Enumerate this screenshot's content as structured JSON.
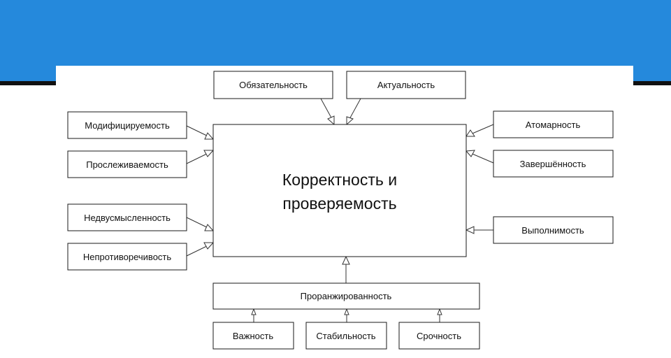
{
  "colors": {
    "header_band": "#2589dc",
    "header_shadow": "#111111",
    "box_stroke": "#1a1a1a",
    "connector": "#333333"
  },
  "diagram": {
    "main": {
      "lines": [
        "Корректность и",
        "проверяемость"
      ]
    },
    "top": {
      "obligatoriness": "Обязательность",
      "actuality": "Актуальность"
    },
    "left": {
      "modifiability": "Модифицируемость",
      "traceability": "Прослеживаемость",
      "unambiguity": "Недвусмысленность",
      "consistency": "Непротиворечивость"
    },
    "right": {
      "atomicity": "Атомарность",
      "completeness": "Завершённость",
      "feasibility": "Выполнимость"
    },
    "bottom": {
      "ranking": "Проранжированность",
      "importance": "Важность",
      "stability": "Стабильность",
      "urgency": "Срочность"
    }
  }
}
